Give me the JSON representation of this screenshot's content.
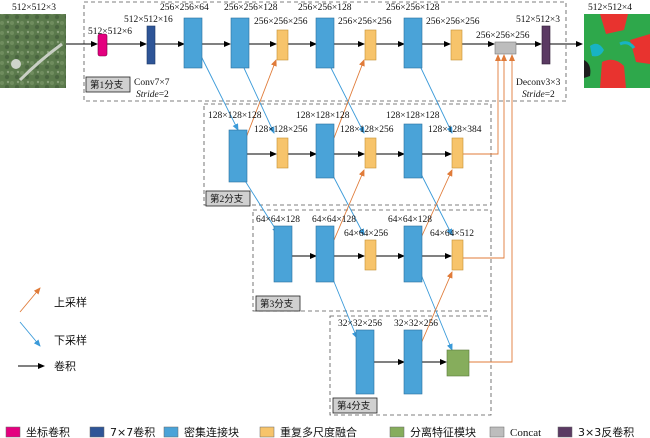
{
  "input_image": {
    "label": "512×512×3"
  },
  "output_image": {
    "label": "512×512×4"
  },
  "branches": {
    "b1": {
      "tag": "第1分支",
      "labels": {
        "coord_conv": "512×512×6",
        "conv7": "512×512×16",
        "conv7_name": "Conv7×7",
        "conv7_stride_word": "Stride",
        "conv7_stride_val": "=2",
        "d1": "256×256×64",
        "d2": "256×256×128",
        "f1": "256×256×256",
        "d3": "256×256×128",
        "f2": "256×256×256",
        "d4": "256×256×128",
        "f3": "256×256×256",
        "concat": "256×256×256",
        "deconv": "512×512×3",
        "deconv_name": "Deconv3×3",
        "deconv_stride_word": "Stride",
        "deconv_stride_val": "=2"
      }
    },
    "b2": {
      "tag": "第2分支",
      "labels": {
        "d1": "128×128×128",
        "f1": "128×128×256",
        "d2": "128×128×128",
        "f2": "128×128×256",
        "d3": "128×128×128",
        "f3": "128×128×384"
      }
    },
    "b3": {
      "tag": "第3分支",
      "labels": {
        "d1": "64×64×128",
        "d2": "64×64×128",
        "f1": "64×64×256",
        "d3": "64×64×128",
        "f2": "64×64×512"
      }
    },
    "b4": {
      "tag": "第4分支",
      "labels": {
        "d1": "32×32×256",
        "d2": "32×32×256"
      }
    }
  },
  "arrow_legend": {
    "up": "上采样",
    "down": "下采样",
    "conv": "卷积"
  },
  "legend": [
    {
      "label": "坐标卷积",
      "color": "#e4007f"
    },
    {
      "label": "7×7卷积",
      "color": "#2e5597"
    },
    {
      "label": "密集连接块",
      "color": "#4aa3d8"
    },
    {
      "label": "重复多尺度融合",
      "color": "#f7c46b"
    },
    {
      "label": "分离特征模块",
      "color": "#86ad5c"
    },
    {
      "label": "Concat",
      "color": "#bdbdbd"
    },
    {
      "label": "3×3反卷积",
      "color": "#5b3a63"
    }
  ],
  "colors": {
    "up_arrow": "#e07b39",
    "down_arrow": "#3a9ad9",
    "conv_arrow": "#000000"
  }
}
